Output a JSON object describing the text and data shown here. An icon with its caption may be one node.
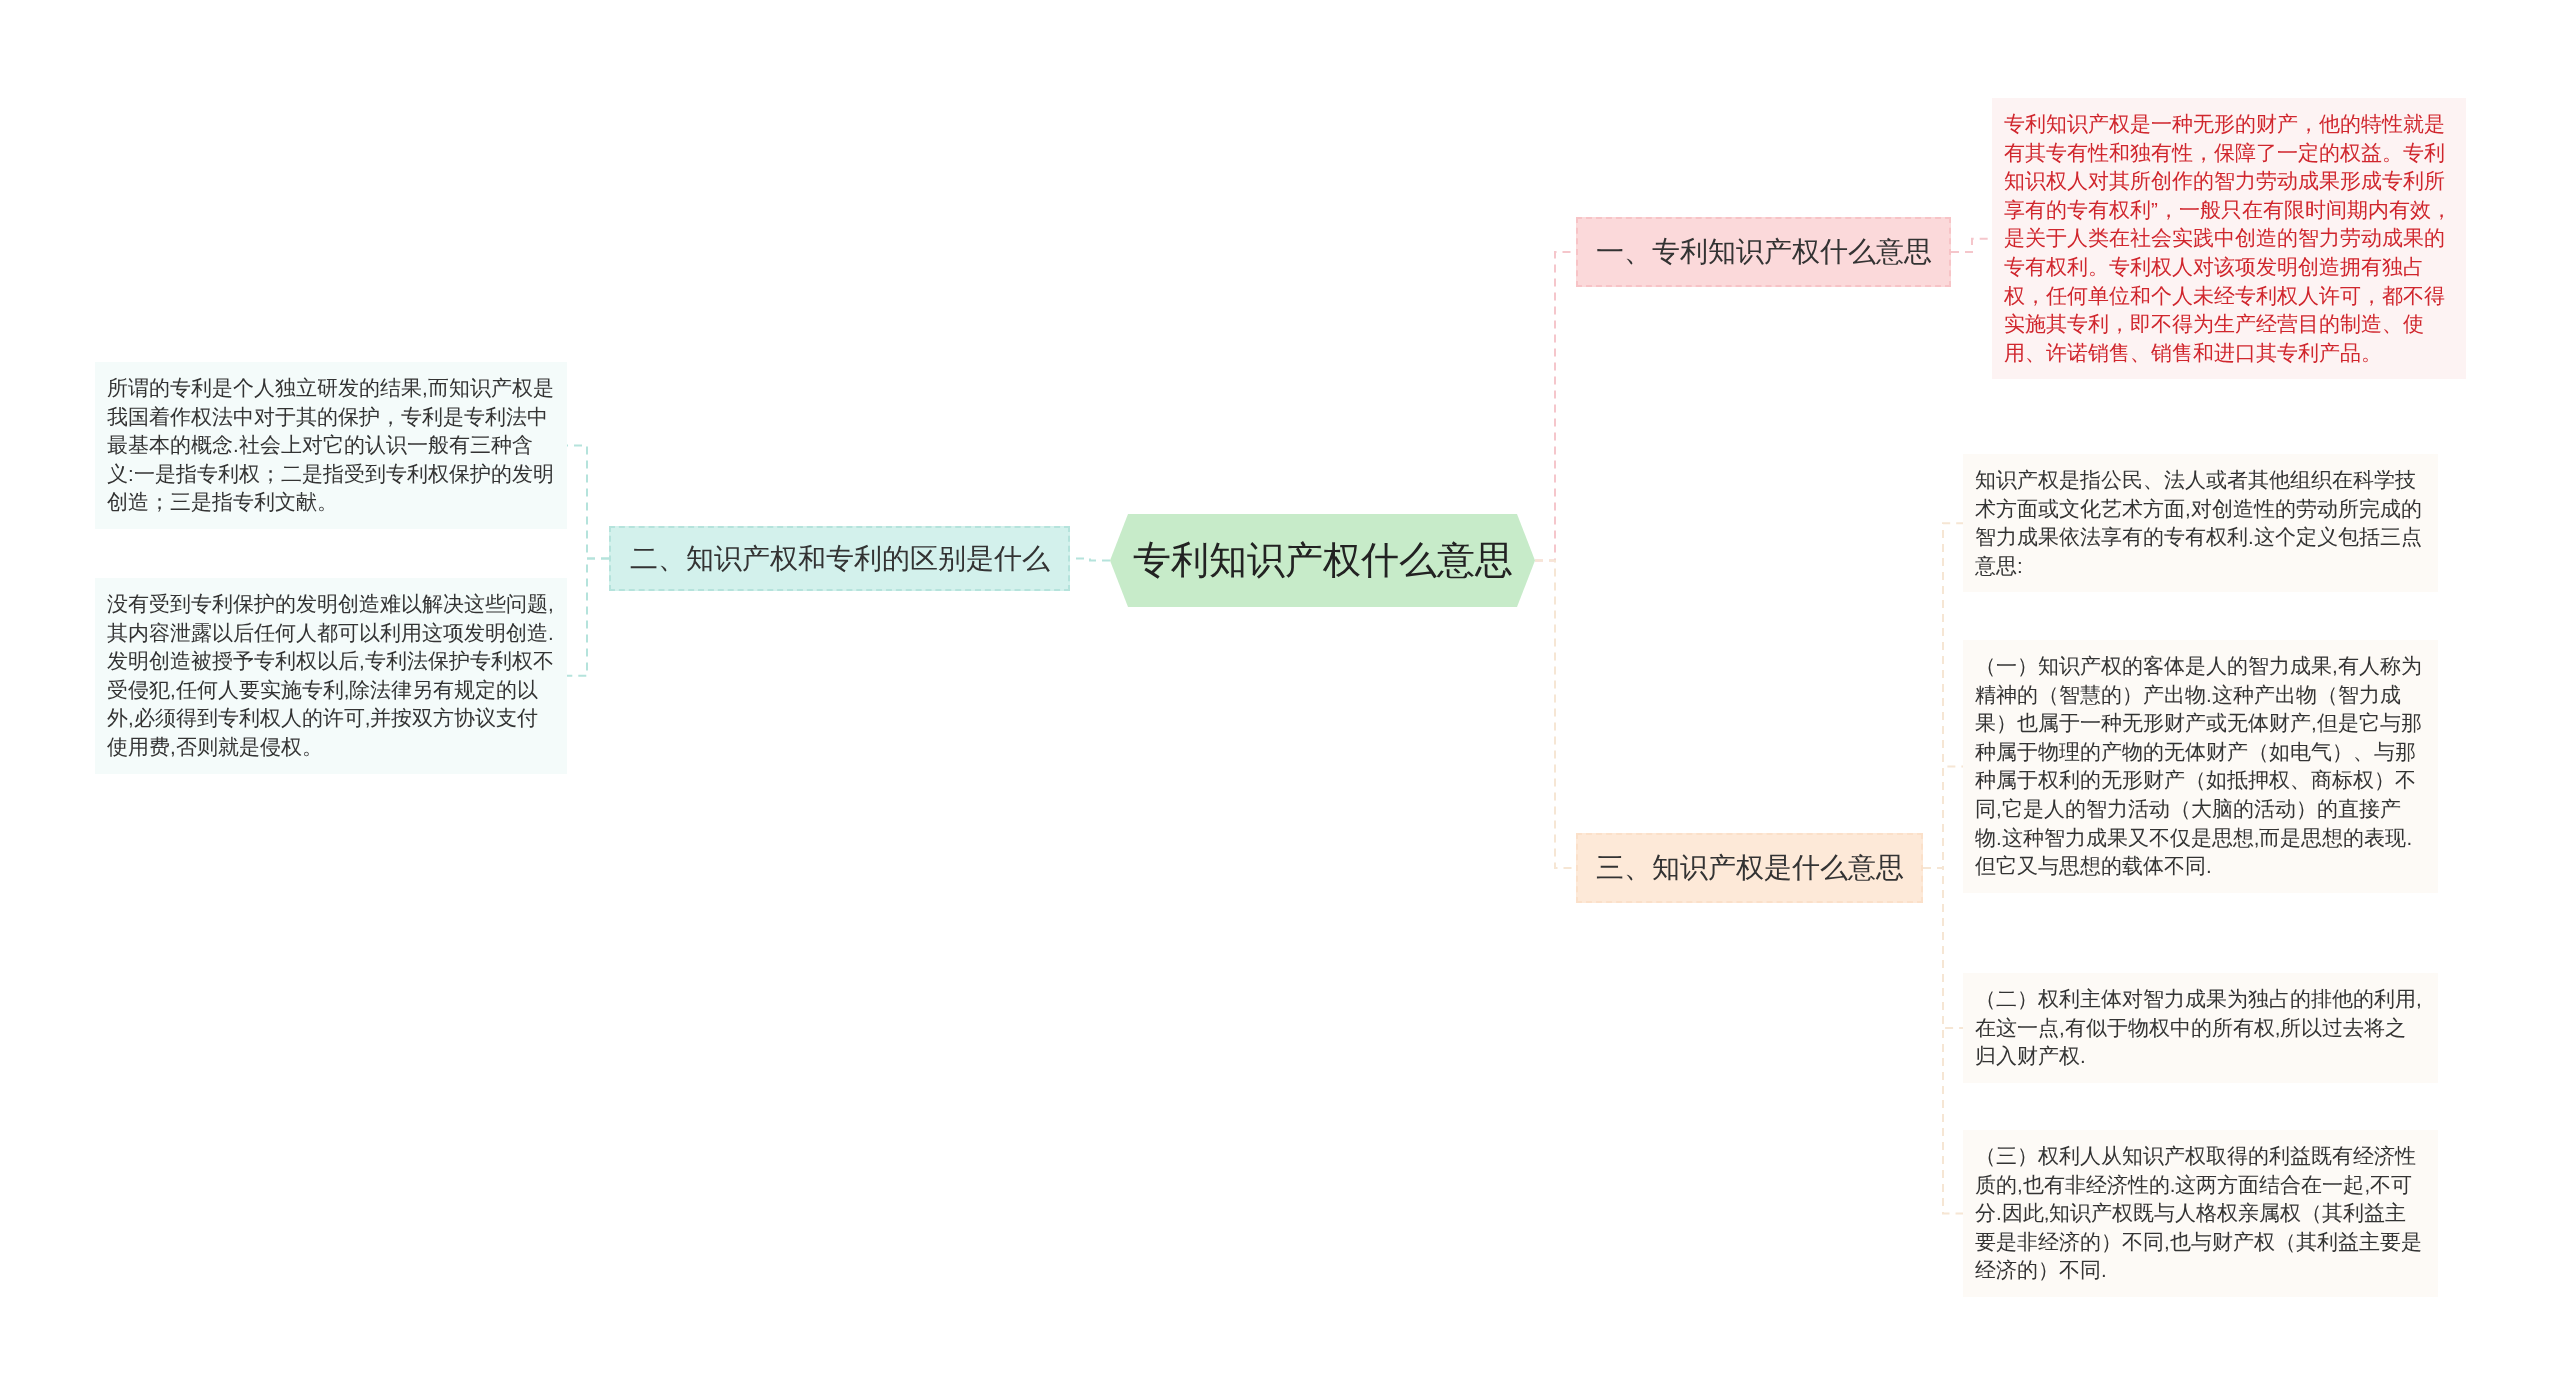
{
  "diagram": {
    "nodes": [
      {
        "text": [
          "专利知识产权什么意思"
        ]
      },
      {
        "text": [
          "一、专利知识产权什么意思"
        ]
      },
      {
        "text": [
          "专利知识产权是一种无形的财产，他的特性就是有其专有性和独有性，保障了一定的权益。专利知识权人对其所创作的智力劳动成果形成专利所享有的专有权利”，一般只在有限时间期内有效，是关于人类在社会实践中创造的智力劳动成果的专有权利。专利权人对该项发明创造拥有独占权，任何单位和个人未经专利权人许可，都不得实施其专利，即不得为生产经营目的制造、使用、许诺销售、销售和进口其专利产品。"
        ]
      },
      {
        "text": [
          "二、知识产权和专利的区别是什么"
        ]
      },
      {
        "text": [
          "所谓的专利是个人独立研发的结果,而知识产权是我国着作权法中对于其的保护，专利是专利法中最基本的概念.社会上对它的认识一般有三种含义:一是指专利权；二是指受到专利权保护的发明创造；三是指专利文献。"
        ]
      },
      {
        "text": [
          "没有受到专利保护的发明创造难以解决这些问题,其内容泄露以后任何人都可以利用这项发明创造.发明创造被授予专利权以后,专利法保护专利权不受侵犯,任何人要实施专利,除法律另有规定的以外,必须得到专利权人的许可,并按双方协议支付使用费,否则就是侵权。"
        ]
      },
      {
        "text": [
          "三、知识产权是什么意思"
        ]
      },
      {
        "text": [
          "知识产权是指公民、法人或者其他组织在科学技术方面或文化艺术方面,对创造性的劳动所完成的智力成果依法享有的专有权利.这个定义包括三点意思:"
        ]
      },
      {
        "text": [
          "（一）知识产权的客体是人的智力成果,有人称为精神的（智慧的）产出物.这种产出物（智力成果）也属于一种无形财产或无体财产,但是它与那种属于物理的产物的无体财产（如电气）、与那种属于权利的无形财产（如抵押权、商标权）不同,它是人的智力活动（大脑的活动）的直接产物.这种智力成果又不仅是思想,而是思想的表现.但它又与思想的载体不同."
        ]
      },
      {
        "text": [
          "（二）权利主体对智力成果为独占的排他的利用,在这一点,有似于物权中的所有权,所以过去将之归入财产权."
        ]
      },
      {
        "text": [
          "（三）权利人从知识产权取得的利益既有经济性质的,也有非经济性的.这两方面结合在一起,不可分.因此,知识产权既与人格权亲属权（其利益主要是非经济的）不同,也与财产权（其利益主要是经济的）不同."
        ]
      }
    ],
    "edges": [
      {
        "from": 0,
        "to": 1,
        "arrow": "none",
        "color": "#f5c6cb"
      },
      {
        "from": 1,
        "to": 2,
        "arrow": "none",
        "color": "#f5c6cb"
      },
      {
        "from": 0,
        "to": 3,
        "arrow": "none",
        "color": "#b5e3dc"
      },
      {
        "from": 3,
        "to": 4,
        "arrow": "none",
        "color": "#b5e3dc"
      },
      {
        "from": 3,
        "to": 5,
        "arrow": "none",
        "color": "#b5e3dc"
      },
      {
        "from": 0,
        "to": 6,
        "arrow": "none"
      },
      {
        "from": 6,
        "to": 7,
        "arrow": "none"
      },
      {
        "from": 6,
        "to": 8,
        "arrow": "none"
      },
      {
        "from": 6,
        "to": 9,
        "arrow": "none"
      },
      {
        "from": 6,
        "to": 10,
        "arrow": "none"
      }
    ]
  }
}
